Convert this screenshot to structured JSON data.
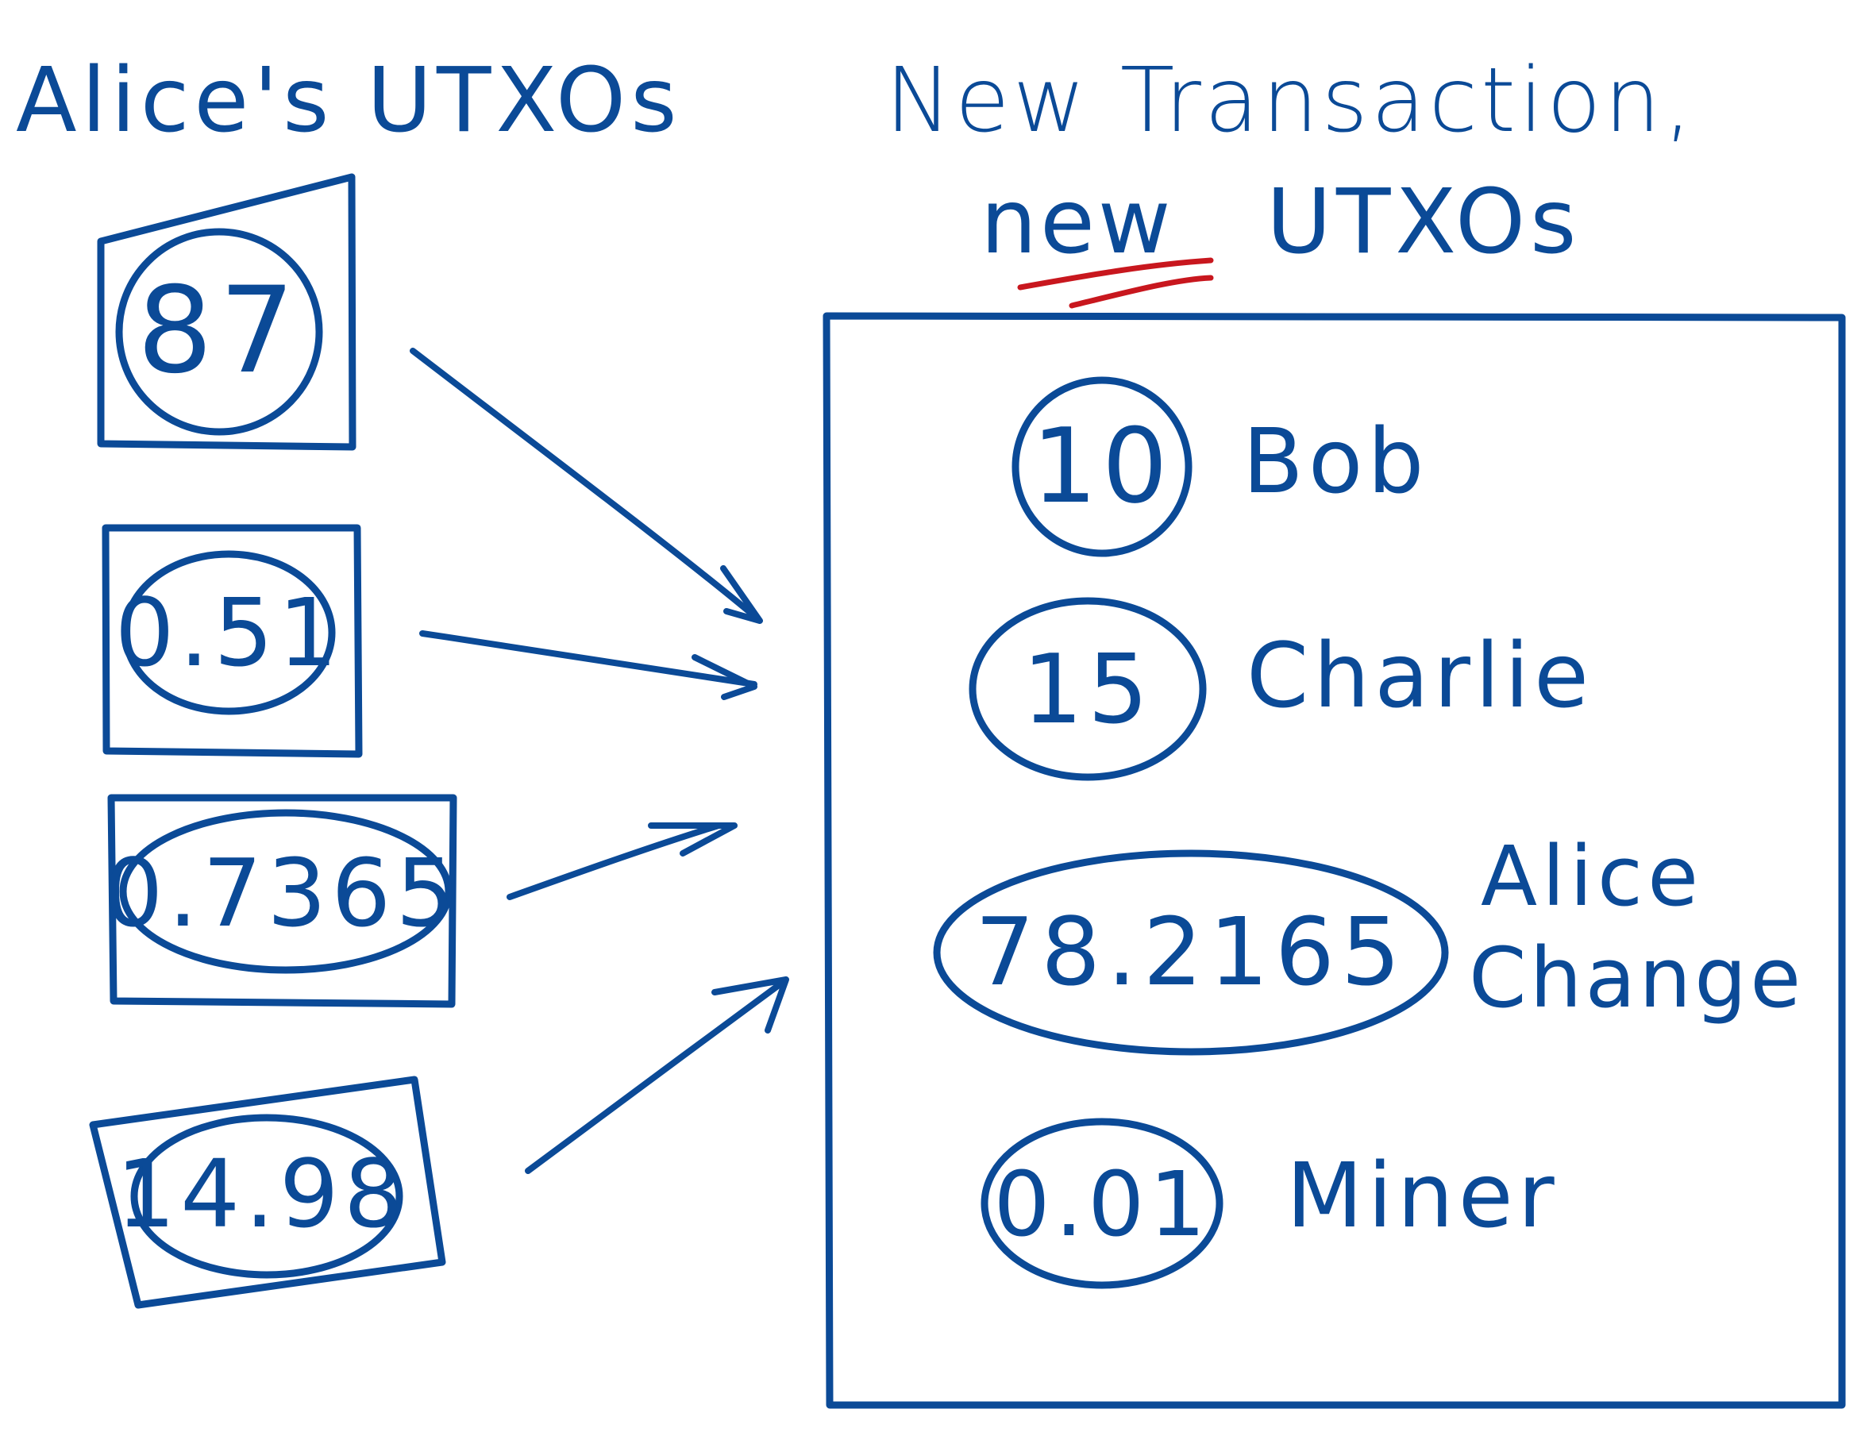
{
  "left_heading": "Alice's UTXOs",
  "right_heading": {
    "line1": "New Transaction,",
    "line2_word_underlined": "new",
    "line2_rest": "UTXOs"
  },
  "inputs": [
    {
      "amount": "87"
    },
    {
      "amount": "0.51"
    },
    {
      "amount": "0.7365"
    },
    {
      "amount": "14.98"
    }
  ],
  "outputs": [
    {
      "amount": "10",
      "label": "Bob"
    },
    {
      "amount": "15",
      "label": "Charlie"
    },
    {
      "amount": "78.2165",
      "label_line1": "Alice",
      "label_line2": "Change"
    },
    {
      "amount": "0.01",
      "label": "Miner"
    }
  ],
  "colors": {
    "ink": "#0b4a97",
    "underline": "#c8171e",
    "background": "#ffffff"
  }
}
